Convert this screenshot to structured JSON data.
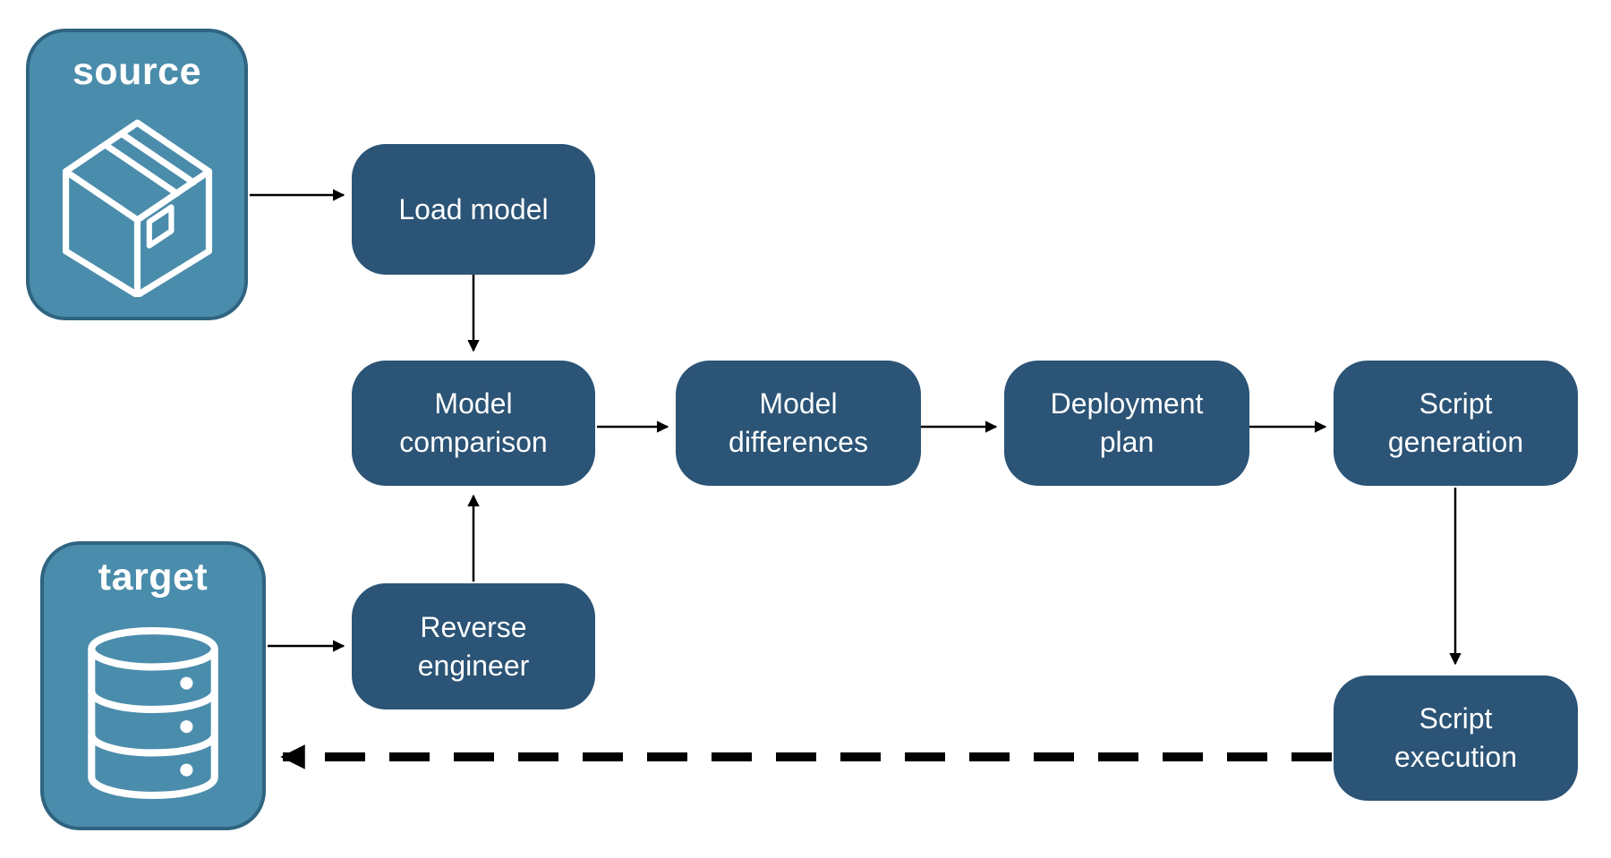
{
  "diagram": {
    "title": "model deployment pipeline",
    "background_color": "#ffffff",
    "colors": {
      "process_box_fill": "#2B5476",
      "entity_box_fill": "#4A8CAB",
      "entity_box_border": "#2F6480",
      "box_text": "#ffffff",
      "arrow": "#000000"
    },
    "entities": [
      {
        "id": "source",
        "label": "source",
        "icon": "package-icon"
      },
      {
        "id": "target",
        "label": "target",
        "icon": "database-icon"
      }
    ],
    "nodes": [
      {
        "id": "load-model",
        "label": "Load model"
      },
      {
        "id": "model-comparison",
        "label": "Model comparison"
      },
      {
        "id": "model-differences",
        "label": "Model differences"
      },
      {
        "id": "deployment-plan",
        "label": "Deployment plan"
      },
      {
        "id": "script-generation",
        "label": "Script generation"
      },
      {
        "id": "reverse-engineer",
        "label": "Reverse engineer"
      },
      {
        "id": "script-execution",
        "label": "Script execution"
      }
    ],
    "edges": [
      {
        "from": "source",
        "to": "load-model",
        "style": "solid"
      },
      {
        "from": "load-model",
        "to": "model-comparison",
        "style": "solid"
      },
      {
        "from": "model-comparison",
        "to": "model-differences",
        "style": "solid"
      },
      {
        "from": "model-differences",
        "to": "deployment-plan",
        "style": "solid"
      },
      {
        "from": "deployment-plan",
        "to": "script-generation",
        "style": "solid"
      },
      {
        "from": "script-generation",
        "to": "script-execution",
        "style": "solid"
      },
      {
        "from": "target",
        "to": "reverse-engineer",
        "style": "solid"
      },
      {
        "from": "reverse-engineer",
        "to": "model-comparison",
        "style": "solid"
      },
      {
        "from": "script-execution",
        "to": "target",
        "style": "dashed"
      }
    ]
  }
}
